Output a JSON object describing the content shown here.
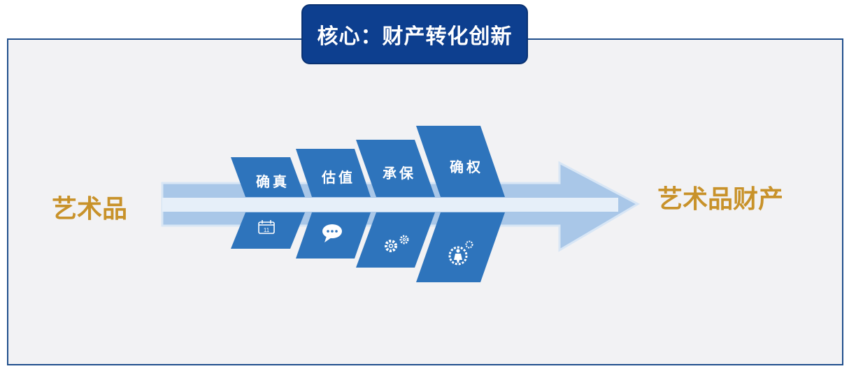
{
  "title": "核心：财产转化创新",
  "left_label": "艺术品",
  "right_label": "艺术品财产",
  "steps": [
    {
      "label": "确真",
      "icon": "calendar-icon",
      "icon_text": "11"
    },
    {
      "label": "估值",
      "icon": "chat-bubble-icon"
    },
    {
      "label": "承保",
      "icon": "gears-icon"
    },
    {
      "label": "确权",
      "icon": "person-gear-icon"
    }
  ],
  "colors": {
    "title_bg": "#0d3f8f",
    "frame_border": "#1f4e8c",
    "panel_blue": "#2e74bc",
    "arrow_light": "#a9c7e8",
    "label_gold": "#c8922a"
  }
}
